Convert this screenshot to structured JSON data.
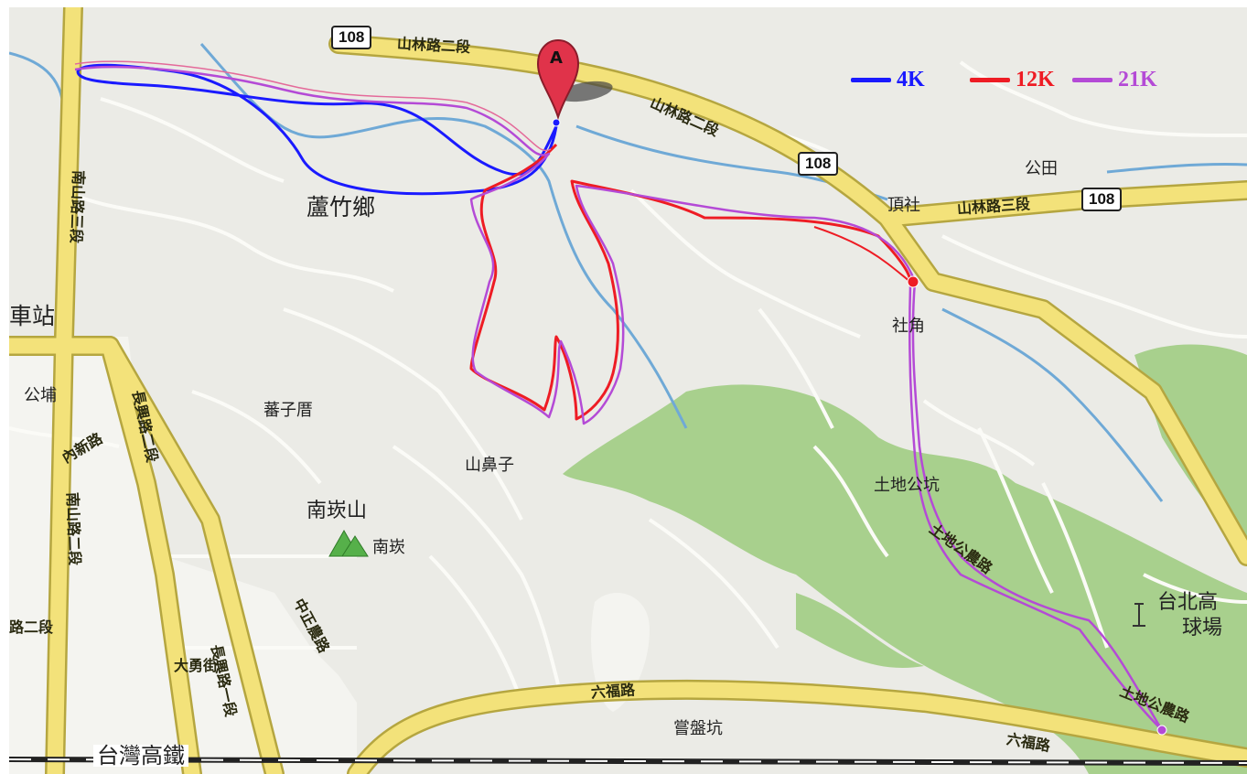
{
  "map": {
    "place_labels": {
      "luzhu": "蘆竹鄉",
      "gongtian": "公田",
      "dingshe": "頂社",
      "shejiao": "社角",
      "tudigongkeng": "土地公坑",
      "puzicuo": "蕃子厝",
      "shanbizi": "山鼻子",
      "nankanshan": "南崁山",
      "nankan": "南崁",
      "chezhan": "車站",
      "gongpu": "公埔",
      "taipei_golf_1": "台北高",
      "taipei_golf_2": "球場",
      "changpankeng": "嘗盤坑",
      "hsr": "台灣高鐵"
    },
    "road_labels": {
      "shanlin_2_a": "山林路二段",
      "shanlin_2_b": "山林路二段",
      "shanlin_3": "山林路三段",
      "nanshan_3": "南山路三段",
      "nanshan_2": "南山路二段",
      "changxing_2": "長興路二段",
      "changxing_1": "長興路一段",
      "neixin": "內新路",
      "dazhu": "大勇街",
      "liufu_a": "六福路",
      "liufu_b": "六福路",
      "tudigong_a": "土地公農路",
      "tudigong_b": "土地公農路",
      "zhongzheng_farm": "中正農路",
      "road_2": "路二段"
    },
    "route_shields": [
      "108",
      "108",
      "108"
    ],
    "marker_label": "A",
    "legend": [
      {
        "label": "4K",
        "color": "#1a1aff"
      },
      {
        "label": "12K",
        "color": "#ee1c24"
      },
      {
        "label": "21K",
        "color": "#b44ad6"
      }
    ]
  }
}
